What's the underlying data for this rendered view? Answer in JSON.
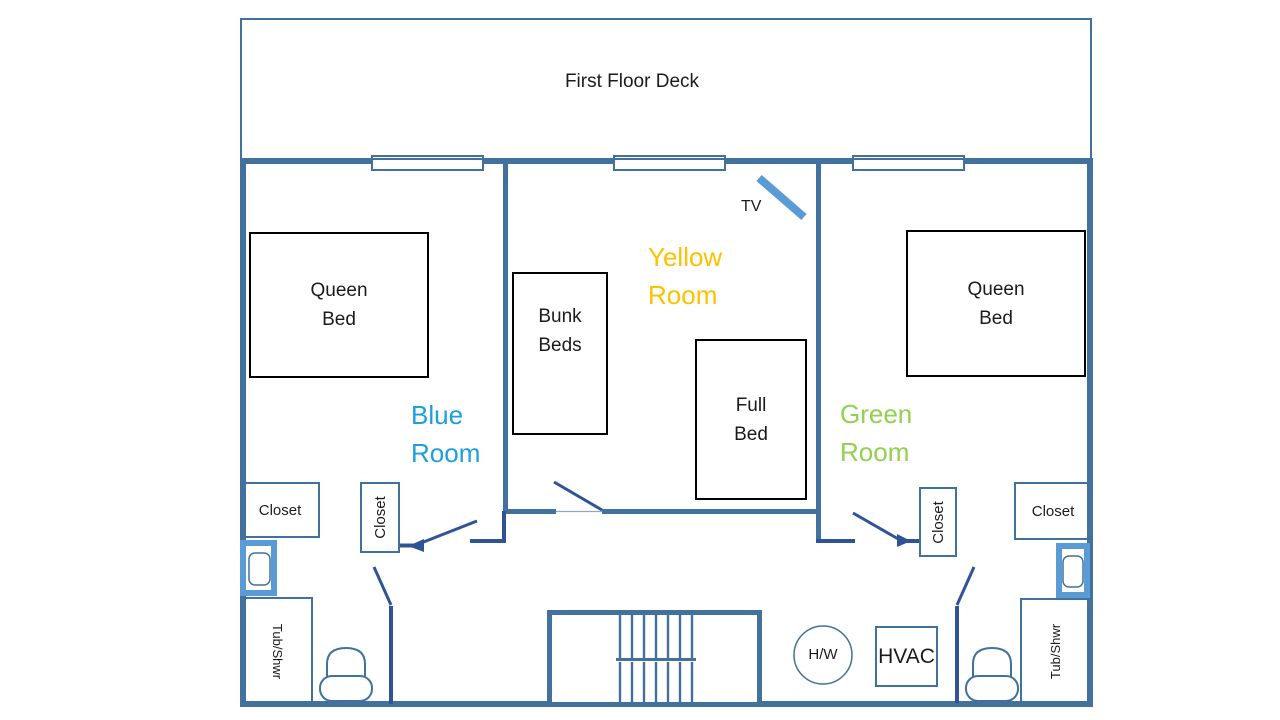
{
  "deck": {
    "label": "First Floor Deck"
  },
  "rooms": {
    "blue": {
      "label_line1": "Blue",
      "label_line2": "Room",
      "bed_line1": "Queen",
      "bed_line2": "Bed"
    },
    "yellow": {
      "label_line1": "Yellow",
      "label_line2": "Room",
      "bunk_line1": "Bunk",
      "bunk_line2": "Beds",
      "full_line1": "Full",
      "full_line2": "Bed",
      "tv_label": "TV"
    },
    "green": {
      "label_line1": "Green",
      "label_line2": "Room",
      "bed_line1": "Queen",
      "bed_line2": "Bed"
    }
  },
  "fixtures": {
    "closet_left_outer": "Closet",
    "closet_left_inner": "Closet",
    "closet_right_inner": "Closet",
    "closet_right_outer": "Closet",
    "tub_left": "Tub/Shwr",
    "tub_right": "Tub/Shwr",
    "water_heater": "H/W",
    "hvac": "HVAC"
  },
  "colors": {
    "wall": "#41719C",
    "door": "#2F5496",
    "accent": "#5B9BD5",
    "blue_room": "#1C9FDB",
    "yellow_room": "#FFC000",
    "green_room": "#92D050",
    "bed_outline": "#000000"
  }
}
